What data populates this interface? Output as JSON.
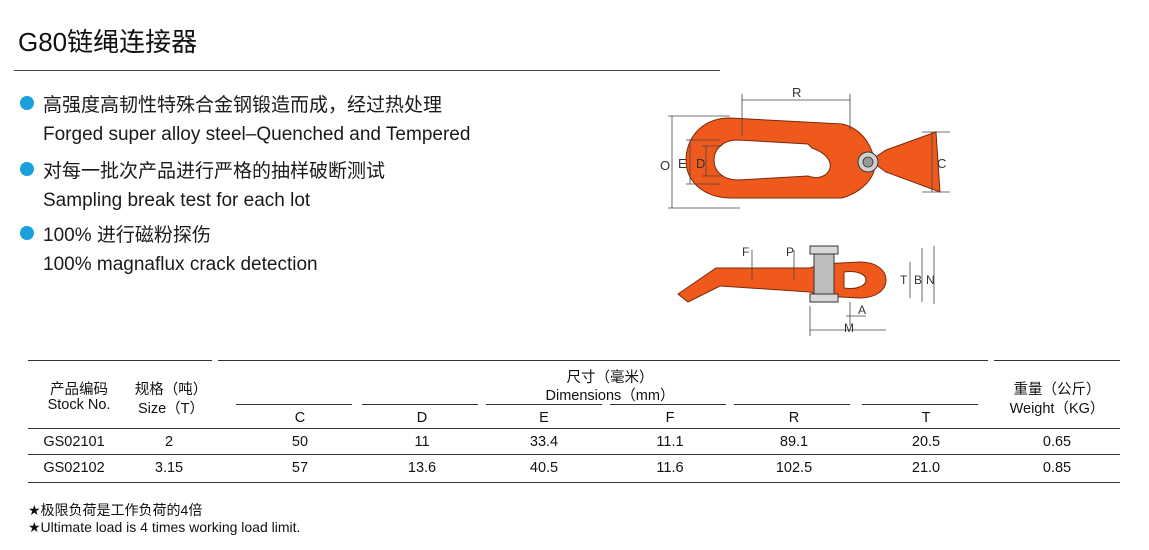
{
  "title": "G80链绳连接器",
  "features": [
    {
      "zh": "高强度高韧性特殊合金钢锻造而成，经过热处理",
      "en": "Forged super alloy steel–Quenched and Tempered"
    },
    {
      "zh": "对每一批次产品进行严格的抽样破断测试",
      "en": "Sampling break test for each lot"
    },
    {
      "zh": "100% 进行磁粉探伤",
      "en": "100% magnaflux crack detection"
    }
  ],
  "diagram": {
    "top_labels": [
      "R",
      "O",
      "E",
      "D",
      "C"
    ],
    "side_labels": [
      "F",
      "P",
      "T",
      "B",
      "N",
      "A",
      "M"
    ],
    "colors": {
      "body": "#ef5a1c",
      "outline": "#7a2a0c",
      "dim": "#444444",
      "pin": "#888888"
    }
  },
  "table": {
    "header": {
      "stock_zh": "产品编码",
      "stock_en": "Stock No.",
      "size_zh": "规格（吨）",
      "size_en": "Size（T）",
      "dim_zh": "尺寸（毫米）",
      "dim_en": "Dimensions（mm）",
      "weight_zh": "重量（公斤）",
      "weight_en": "Weight（KG）",
      "cols": [
        "C",
        "D",
        "E",
        "F",
        "R",
        "T"
      ]
    },
    "rows": [
      {
        "stock": "GS02101",
        "size": "2",
        "C": "50",
        "D": "11",
        "E": "33.4",
        "F": "11.1",
        "R": "89.1",
        "T": "20.5",
        "weight": "0.65"
      },
      {
        "stock": "GS02102",
        "size": "3.15",
        "C": "57",
        "D": "13.6",
        "E": "40.5",
        "F": "11.6",
        "R": "102.5",
        "T": "21.0",
        "weight": "0.85"
      }
    ]
  },
  "notes": [
    "★极限负荷是工作负荷的4倍",
    "★Ultimate load is 4 times working load limit."
  ]
}
